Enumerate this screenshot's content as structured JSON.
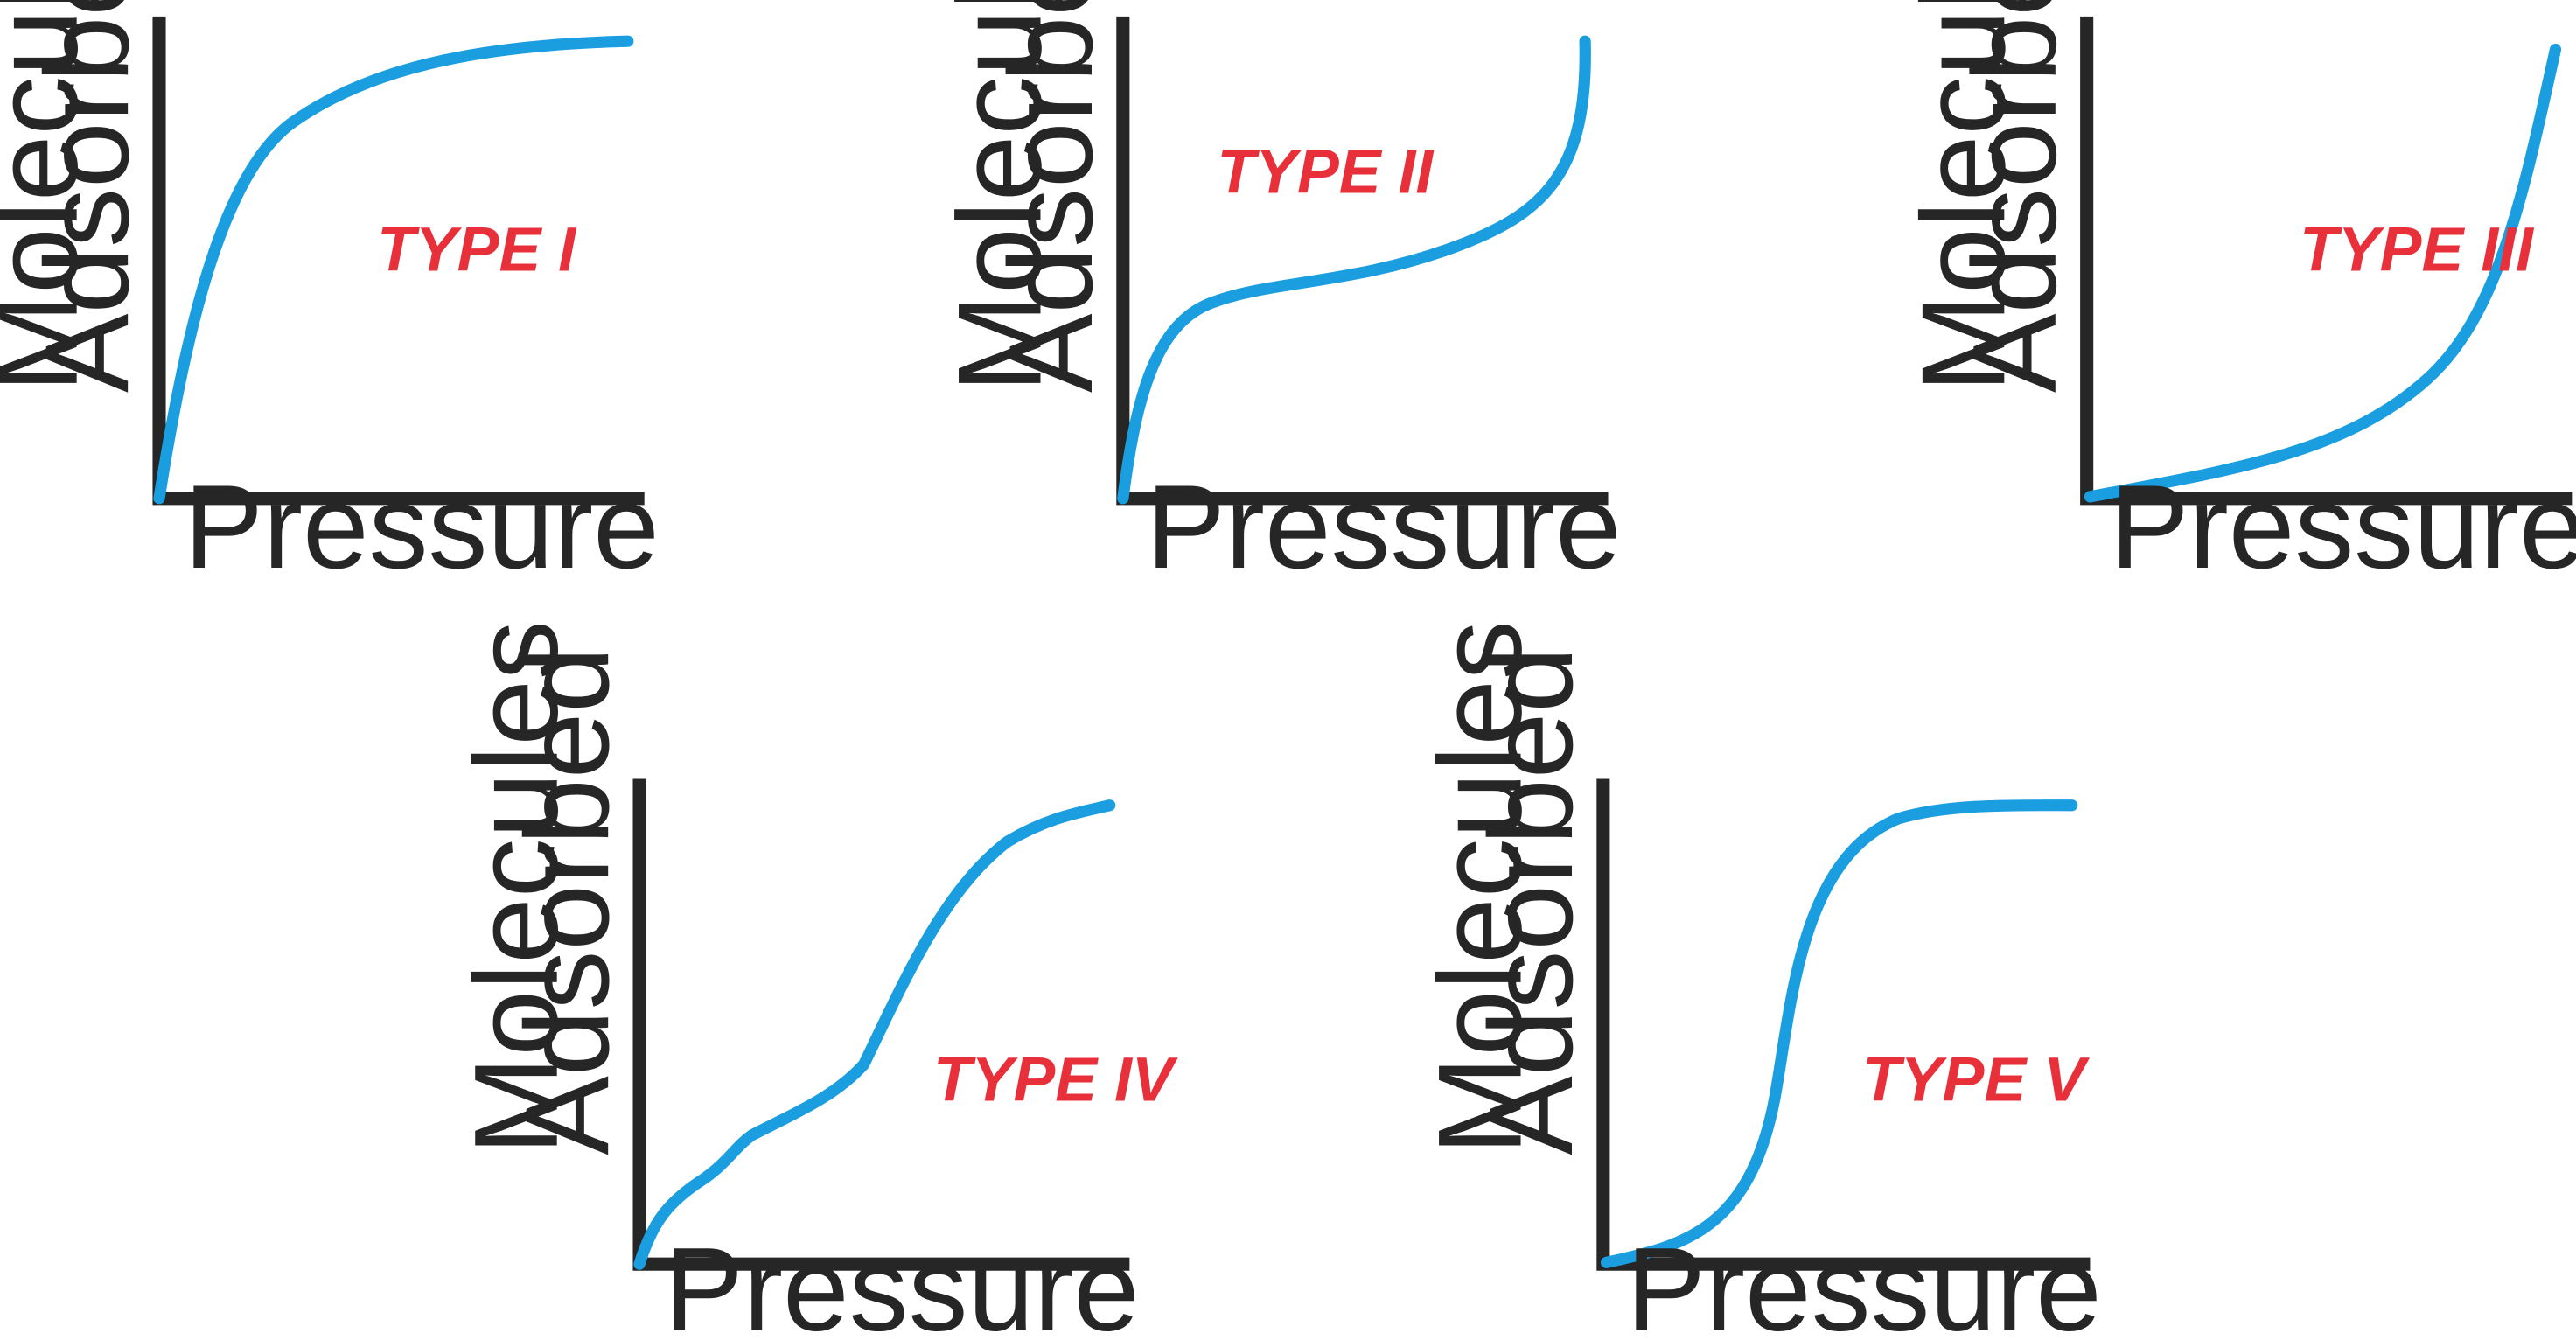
{
  "colors": {
    "curve": "#1a9ee0",
    "type_label": "#e8303a",
    "axis": "#262626",
    "text": "#262626",
    "background": "#ffffff"
  },
  "panels": [
    {
      "id": "type-1",
      "y_label_line1": "Molecules",
      "y_label_line2": "Adsorbed",
      "x_label": "Pressure",
      "type_label": "TYPE I"
    },
    {
      "id": "type-2",
      "y_label_line1": "Molecules",
      "y_label_line2": "Adsorbed",
      "x_label": "Pressure",
      "type_label": "TYPE II"
    },
    {
      "id": "type-3",
      "y_label_line1": "Molecules",
      "y_label_line2": "Adsorbed",
      "x_label": "Pressure",
      "type_label": "TYPE III"
    },
    {
      "id": "type-4",
      "y_label_line1": "Molecules",
      "y_label_line2": "Adsorbed",
      "x_label": "Pressure",
      "type_label": "TYPE IV"
    },
    {
      "id": "type-5",
      "y_label_line1": "Molecules",
      "y_label_line2": "Adsorbed",
      "x_label": "Pressure",
      "type_label": "TYPE V"
    }
  ]
}
